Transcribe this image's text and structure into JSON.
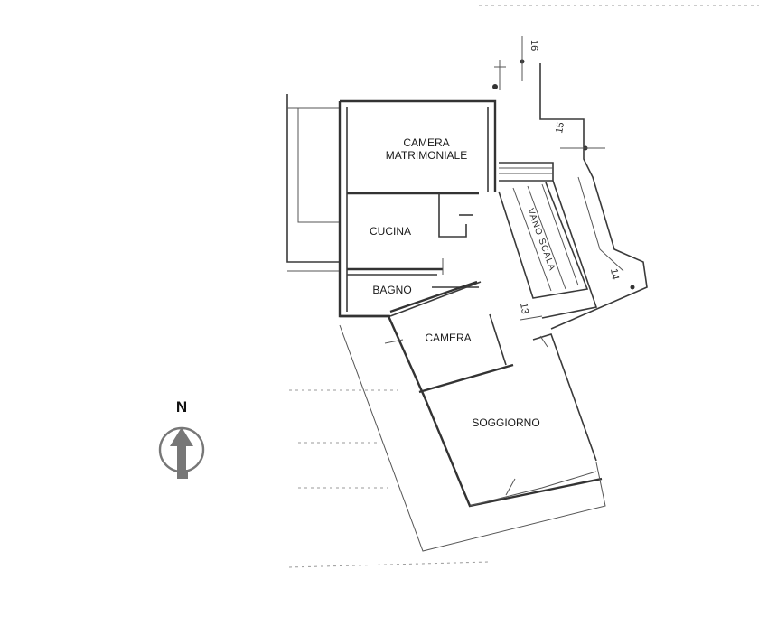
{
  "rooms": {
    "camera_matrimoniale_line1": "CAMERA",
    "camera_matrimoniale_line2": "MATRIMONIALE",
    "cucina": "CUCINA",
    "bagno": "BAGNO",
    "camera": "CAMERA",
    "soggiorno": "SOGGIORNO",
    "vano_scala": "VANO SCALA"
  },
  "north_arrow": {
    "label": "N",
    "icon": "north-arrow-icon"
  },
  "level_marks": {
    "mark_16": "16",
    "mark_15": "15",
    "mark_14": "14",
    "mark_13": "13"
  },
  "colors": {
    "line": "#3a3a3a",
    "arrow": "#777777",
    "background": "#ffffff"
  }
}
